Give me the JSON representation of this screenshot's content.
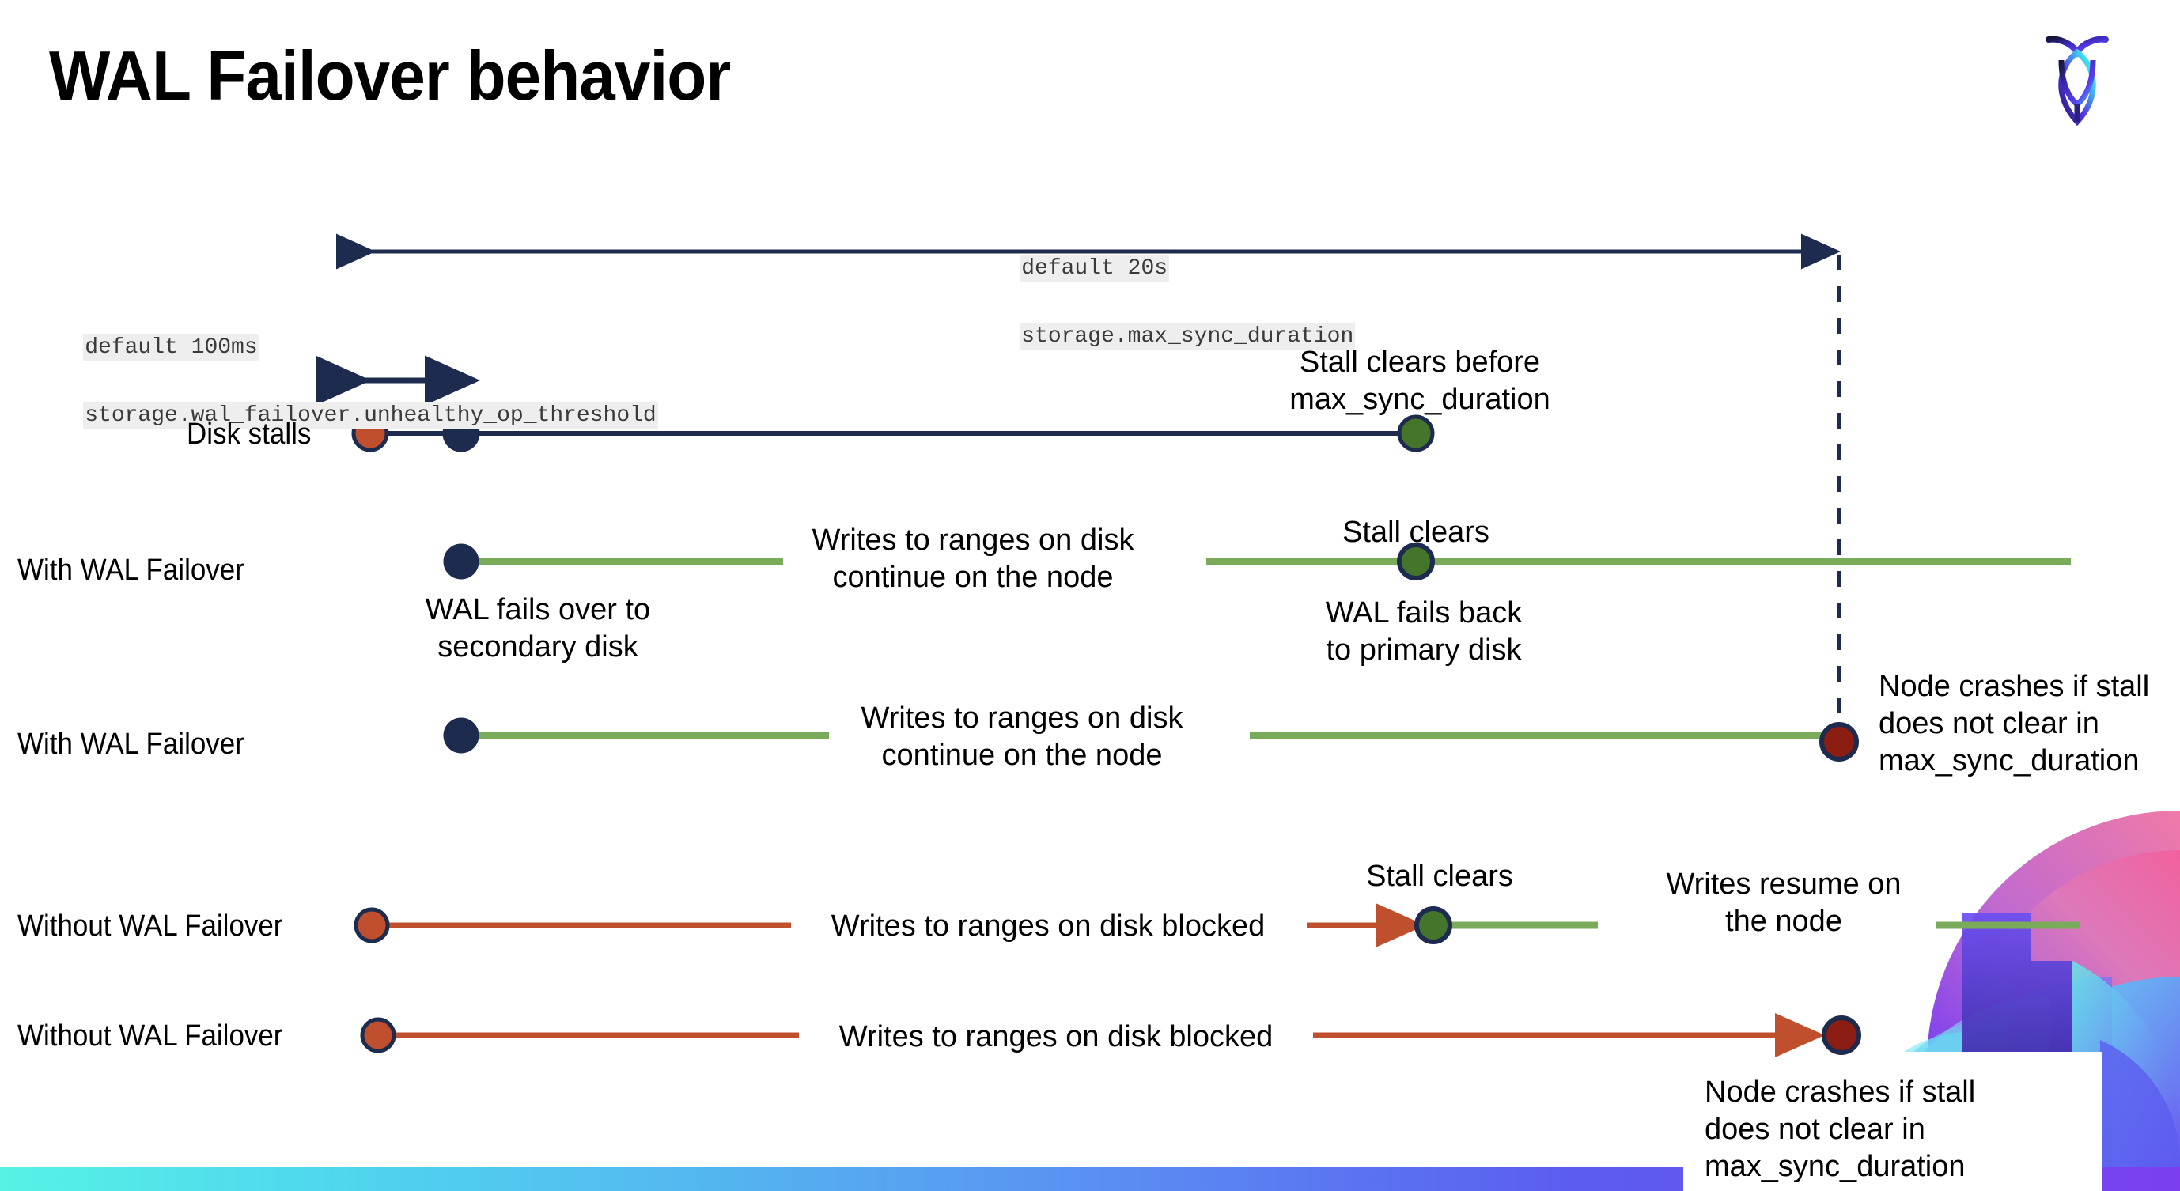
{
  "slide": {
    "title": "WAL Failover behavior",
    "logo_name": "cockroachdb-logo"
  },
  "cluster_settings": [
    {
      "id": "max-sync-duration",
      "default_label": "default 20s",
      "setting_label": "storage.max_sync_duration"
    },
    {
      "id": "unhealthy-op-threshold",
      "default_label": "default 100ms",
      "setting_label": "storage.wal_failover.unhealthy_op_threshold"
    }
  ],
  "rows": [
    {
      "id": "disk-stalls",
      "title": "Disk stalls",
      "annotations": [
        "Stall clears before\nmax_sync_duration"
      ]
    },
    {
      "id": "with-wal-failover-1",
      "title": "With WAL Failover",
      "annotations": [
        "WAL fails over to\nsecondary disk",
        "Writes to ranges on disk\ncontinue on the node",
        "Stall clears",
        "WAL fails  back\nto primary disk"
      ]
    },
    {
      "id": "with-wal-failover-2",
      "title": "With WAL Failover",
      "annotations": [
        "Writes to ranges on disk\ncontinue on the node",
        "Node crashes if stall\ndoes not clear in\nmax_sync_duration"
      ]
    },
    {
      "id": "without-wal-failover-1",
      "title": "Without WAL Failover",
      "annotations": [
        "Writes to ranges on disk  blocked",
        "Stall clears",
        "Writes resume on\nthe node"
      ]
    },
    {
      "id": "without-wal-failover-2",
      "title": "Without WAL Failover",
      "annotations": [
        "Writes to ranges on disk  blocked",
        "Node crashes if stall\ndoes not clear in\nmax_sync_duration"
      ]
    }
  ],
  "labels": {
    "title_disk_stalls": "Disk stalls",
    "title_with_1": "With WAL Failover",
    "title_with_2": "With WAL Failover",
    "title_without_1": "Without WAL Failover",
    "title_without_2": "Without WAL Failover",
    "stall_clears_before": "Stall clears before\nmax_sync_duration",
    "wal_fails_over": "WAL fails over to\nsecondary disk",
    "writes_continue_1": "Writes to ranges on disk\ncontinue on the node",
    "stall_clears_2": "Stall clears",
    "wal_fails_back": "WAL fails  back\nto primary disk",
    "writes_continue_2": "Writes to ranges on disk\ncontinue on the node",
    "node_crashes_1": "Node crashes if stall\ndoes not clear in\nmax_sync_duration",
    "writes_blocked_1": "Writes to ranges on disk  blocked",
    "stall_clears_4": "Stall clears",
    "writes_resume": "Writes resume on\nthe node",
    "writes_blocked_2": "Writes to ranges on disk  blocked",
    "node_crashes_2": "Node crashes if stall\ndoes not clear in\nmax_sync_duration",
    "default_20s": "default 20s",
    "setting_max_sync": "storage.max_sync_duration",
    "default_100ms": "default 100ms",
    "setting_unhealthy": "storage.wal_failover.unhealthy_op_threshold"
  },
  "colors": {
    "navy": "#1d2b4f",
    "orange": "#c0502d",
    "green_dot": "#44752a",
    "green_line": "#7aab5b",
    "dark_red": "#8c1d12",
    "code_bg": "#eeeeee",
    "text": "#000000"
  }
}
